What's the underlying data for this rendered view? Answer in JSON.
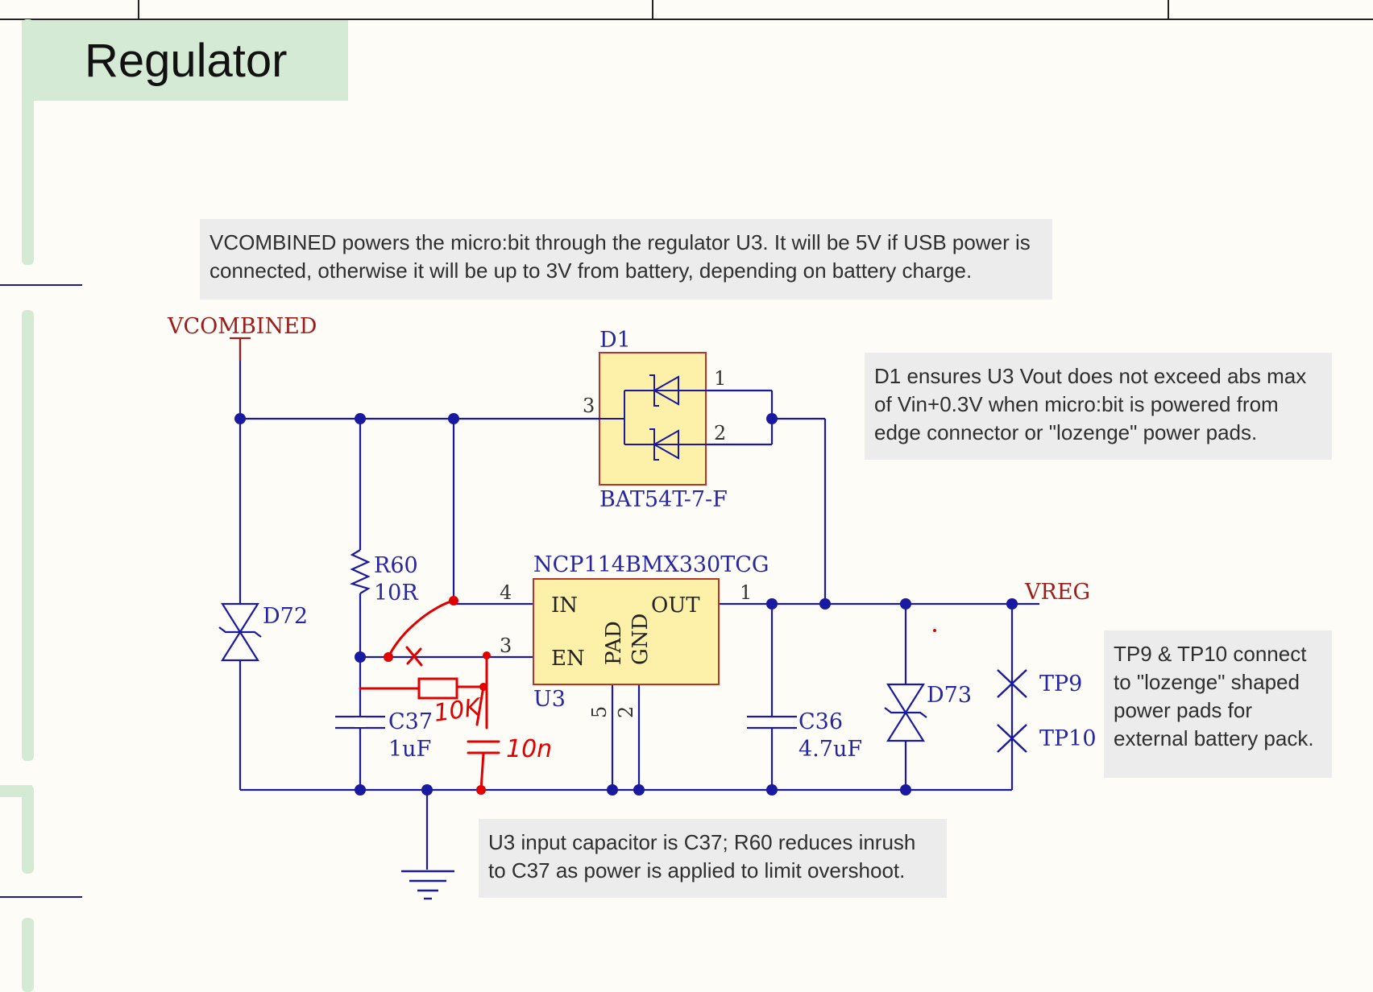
{
  "title": "Regulator",
  "notes": {
    "vcombined": "VCOMBINED powers the micro:bit through the regulator U3. It will be 5V if USB power is connected, otherwise it will be up to 3V from battery, depending on battery charge.",
    "d1": "D1 ensures U3 Vout does not exceed abs max of Vin+0.3V when micro:bit is powered from edge connector or \"lozenge\" power pads.",
    "tp": "TP9 & TP10 connect to \"lozenge\" shaped power pads for external battery pack.",
    "u3": "U3 input capacitor is C37; R60 reduces inrush to C37 as power is applied to limit overshoot."
  },
  "nets": {
    "vcombined": "VCOMBINED",
    "vreg": "VREG"
  },
  "components": {
    "d1": {
      "ref": "D1",
      "part": "BAT54T-7-F",
      "pin1": "1",
      "pin2": "2",
      "pin3": "3"
    },
    "u3": {
      "ref": "U3",
      "part": "NCP114BMX330TCG",
      "in": "IN",
      "en": "EN",
      "out": "OUT",
      "pad": "PAD",
      "gnd": "GND",
      "pin_in": "4",
      "pin_en": "3",
      "pin_out": "1",
      "pin_pad": "5",
      "pin_gnd": "2"
    },
    "r60": {
      "ref": "R60",
      "value": "10R"
    },
    "c37": {
      "ref": "C37",
      "value": "1uF"
    },
    "c36": {
      "ref": "C36",
      "value": "4.7uF"
    },
    "d72": {
      "ref": "D72"
    },
    "d73": {
      "ref": "D73"
    },
    "tp9": {
      "ref": "TP9"
    },
    "tp10": {
      "ref": "TP10"
    }
  },
  "handwritten": {
    "resistor": "10K",
    "capacitor": "10n",
    "cut": "x"
  },
  "colors": {
    "wire": "#1a1aa0",
    "net_label": "#9c1c1c",
    "component_fill": "#fdf0a8",
    "component_border": "#b8342a",
    "handwriting": "#e00000",
    "title_bg": "#d5ead5",
    "note_bg": "#ececec"
  }
}
